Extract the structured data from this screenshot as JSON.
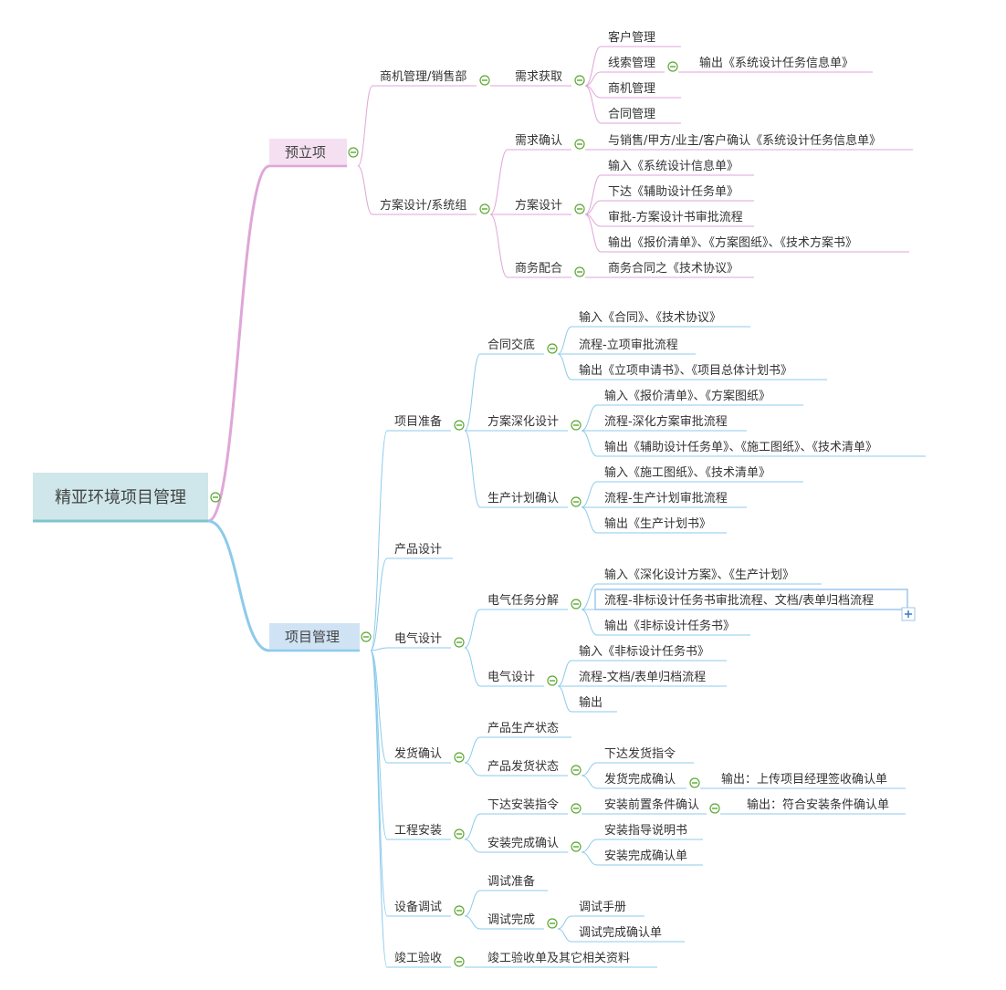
{
  "colors": {
    "pink": "#dfa6d8",
    "pink_fill": "#f4e0f0",
    "blue": "#8ccbeb",
    "blue_fill": "#cfe3f5",
    "root_fill": "#cfe7ea",
    "root_border": "#7ec6cc",
    "toggle": "#5aa832",
    "text": "#333333"
  },
  "root": {
    "label": "精亚环境项目管理"
  },
  "branches": [
    {
      "label": "预立项",
      "color": "pink",
      "children": [
        {
          "label": "商机管理/销售部",
          "children": [
            {
              "label": "需求获取",
              "children": [
                {
                  "label": "客户管理"
                },
                {
                  "label": "线索管理",
                  "children": [
                    {
                      "label": "输出《系统设计任务信息单》"
                    }
                  ]
                },
                {
                  "label": "商机管理"
                },
                {
                  "label": "合同管理"
                }
              ]
            }
          ]
        },
        {
          "label": "方案设计/系统组",
          "children": [
            {
              "label": "需求确认",
              "children": [
                {
                  "label": "与销售/甲方/业主/客户确认《系统设计任务信息单》"
                }
              ]
            },
            {
              "label": "方案设计",
              "children": [
                {
                  "label": "输入《系统设计信息单》"
                },
                {
                  "label": "下达《辅助设计任务单》"
                },
                {
                  "label": "审批-方案设计书审批流程"
                },
                {
                  "label": "输出《报价清单》、《方案图纸》、《技术方案书》"
                }
              ]
            },
            {
              "label": "商务配合",
              "children": [
                {
                  "label": "商务合同之《技术协议》"
                }
              ]
            }
          ]
        }
      ]
    },
    {
      "label": "项目管理",
      "color": "blue",
      "children": [
        {
          "label": "项目准备",
          "children": [
            {
              "label": "合同交底",
              "children": [
                {
                  "label": "输入《合同》、《技术协议》"
                },
                {
                  "label": "流程-立项审批流程"
                },
                {
                  "label": "输出《立项申请书》、《项目总体计划书》"
                }
              ]
            },
            {
              "label": "方案深化设计",
              "children": [
                {
                  "label": "输入《报价清单》、《方案图纸》"
                },
                {
                  "label": "流程-深化方案审批流程"
                },
                {
                  "label": "输出《辅助设计任务单》、《施工图纸》、《技术清单》"
                }
              ]
            },
            {
              "label": "生产计划确认",
              "children": [
                {
                  "label": "输入《施工图纸》、《技术清单》"
                },
                {
                  "label": "流程-生产计划审批流程"
                },
                {
                  "label": "输出《生产计划书》"
                }
              ]
            }
          ]
        },
        {
          "label": "产品设计"
        },
        {
          "label": "电气设计",
          "children": [
            {
              "label": "电气任务分解",
              "children": [
                {
                  "label": "输入《深化设计方案》、《生产计划》"
                },
                {
                  "label": "流程-非标设计任务书审批流程、文档/表单归档流程",
                  "selected": true
                },
                {
                  "label": "输出《非标设计任务书》"
                }
              ]
            },
            {
              "label": "电气设计",
              "children": [
                {
                  "label": "输入《非标设计任务书》"
                },
                {
                  "label": "流程-文档/表单归档流程"
                },
                {
                  "label": "输出"
                }
              ]
            }
          ]
        },
        {
          "label": "发货确认",
          "children": [
            {
              "label": "产品生产状态"
            },
            {
              "label": "产品发货状态",
              "children": [
                {
                  "label": "下达发货指令"
                },
                {
                  "label": "发货完成确认",
                  "children": [
                    {
                      "label": "输出：上传项目经理签收确认单"
                    }
                  ]
                }
              ]
            }
          ]
        },
        {
          "label": "工程安装",
          "children": [
            {
              "label": "下达安装指令",
              "children": [
                {
                  "label": "安装前置条件确认",
                  "children": [
                    {
                      "label": "输出：符合安装条件确认单"
                    }
                  ]
                }
              ]
            },
            {
              "label": "安装完成确认",
              "children": [
                {
                  "label": "安装指导说明书"
                },
                {
                  "label": "安装完成确认单"
                }
              ]
            }
          ]
        },
        {
          "label": "设备调试",
          "children": [
            {
              "label": "调试准备"
            },
            {
              "label": "调试完成",
              "children": [
                {
                  "label": "调试手册"
                },
                {
                  "label": "调试完成确认单"
                }
              ]
            }
          ]
        },
        {
          "label": "竣工验收",
          "children": [
            {
              "label": "竣工验收单及其它相关资料"
            }
          ]
        }
      ]
    }
  ]
}
